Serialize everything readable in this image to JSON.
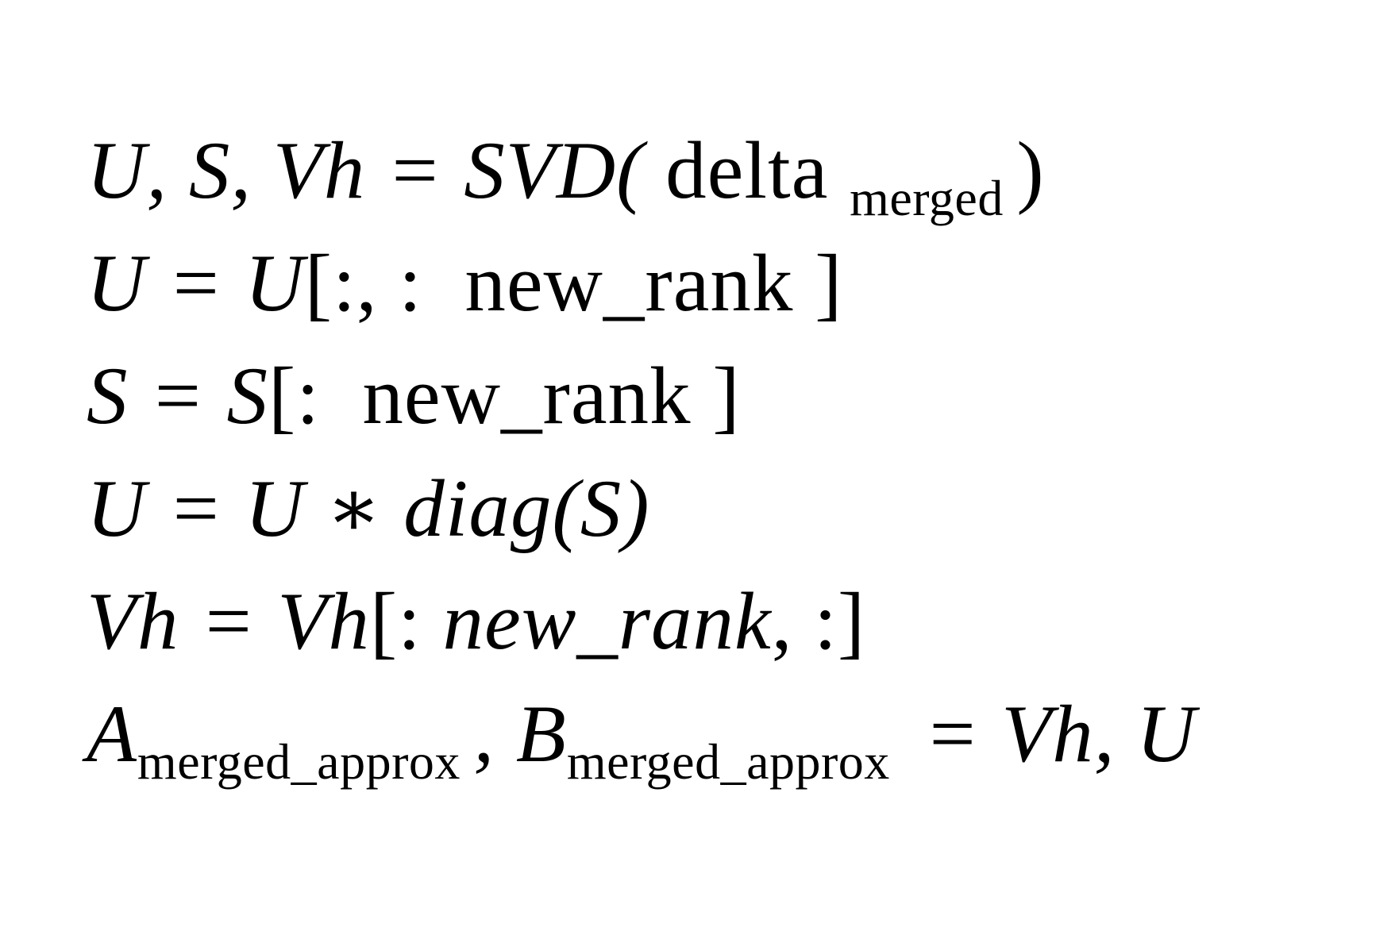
{
  "page": {
    "background_color": "#ffffff",
    "text_color": "#000000",
    "content_kind": "latex-rendered-pseudocode"
  },
  "equations": [
    {
      "name": "svd-decomposition",
      "segments": [
        {
          "text": "U, S, Vh = SVD("
        },
        {
          "text": " delta "
        },
        {
          "text": "merged "
        },
        {
          "text": ")"
        }
      ]
    },
    {
      "name": "u-column-truncation",
      "segments": [
        {
          "text": "U = U"
        },
        {
          "text": "[:, :  new_rank ]"
        }
      ]
    },
    {
      "name": "s-truncation",
      "segments": [
        {
          "text": "S = S"
        },
        {
          "text": "[:  new_rank ]"
        }
      ]
    },
    {
      "name": "u-scaling",
      "segments": [
        {
          "text": "U = U ∗ diag(S)"
        }
      ]
    },
    {
      "name": "vh-row-truncation",
      "segments": [
        {
          "text": "Vh = Vh"
        },
        {
          "text": "[: "
        },
        {
          "text": "new_rank"
        },
        {
          "text": ", :]"
        }
      ]
    },
    {
      "name": "ab-approx-assignment",
      "segments": [
        {
          "text": "A"
        },
        {
          "text": "merged_approx "
        },
        {
          "text": ", B"
        },
        {
          "text": "merged_approx "
        },
        {
          "text": " = Vh, U"
        }
      ]
    }
  ]
}
